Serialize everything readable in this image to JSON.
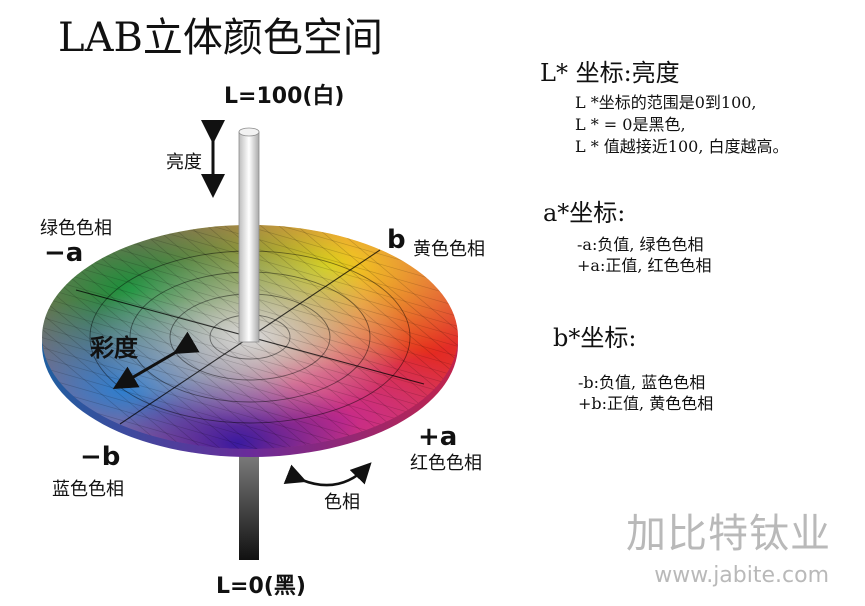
{
  "title": "LAB立体颜色空间",
  "diagram": {
    "l_top": "L=100(白)",
    "l_bottom": "L=0(黑)",
    "brightness": "亮度",
    "chroma": "彩度",
    "hue": "色相",
    "minus_a": "−a",
    "minus_a_name": "绿色色相",
    "plus_a": "+a",
    "plus_a_name": "红色色相",
    "plus_b": "b",
    "plus_b_name": "黄色色相",
    "minus_b": "−b",
    "minus_b_name": "蓝色色相"
  },
  "legend": {
    "l_heading": "L* 坐标:亮度",
    "l_lines": [
      "L *坐标的范围是0到100,",
      "L * = 0是黑色,",
      "L * 值越接近100, 白度越高。"
    ],
    "a_heading": "a*坐标:",
    "a_lines": [
      "-a:负值, 绿色色相",
      "+a:正值, 红色色相"
    ],
    "b_heading": "b*坐标:",
    "b_lines": [
      "-b:负值, 蓝色色相",
      "+b:正值, 黄色色相"
    ]
  },
  "watermark": {
    "name": "加比特钛业",
    "url": "www.jabite.com"
  },
  "colors": {
    "green": "#2e9a3a",
    "yellow": "#f2d21a",
    "red": "#e2322a",
    "blue": "#2d63c8",
    "purple": "#5a2ca8",
    "pole": "#e6e6e6",
    "watermark": "#b9b9b9"
  }
}
